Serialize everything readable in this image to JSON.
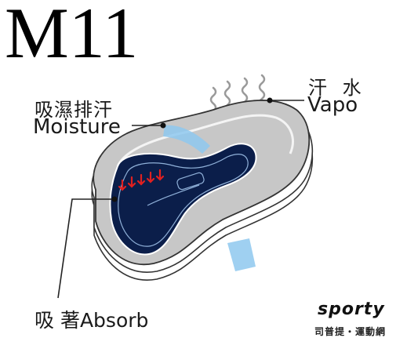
{
  "title": "M11",
  "labels": {
    "moisture_cn": "吸濕排汗",
    "moisture_en": "Moisture",
    "vapor_cn": "汗 水",
    "vapor_en": "Vapo",
    "absorb": "吸 著Absorb"
  },
  "brand": {
    "logo_text": "sporty",
    "subtitle": "司普提・運動網"
  },
  "colors": {
    "pad_navy": "#0b1e4a",
    "pad_gray": "#c7c7c7",
    "arrow_red": "#e02020",
    "mist_blue": "#8ec8ee"
  }
}
